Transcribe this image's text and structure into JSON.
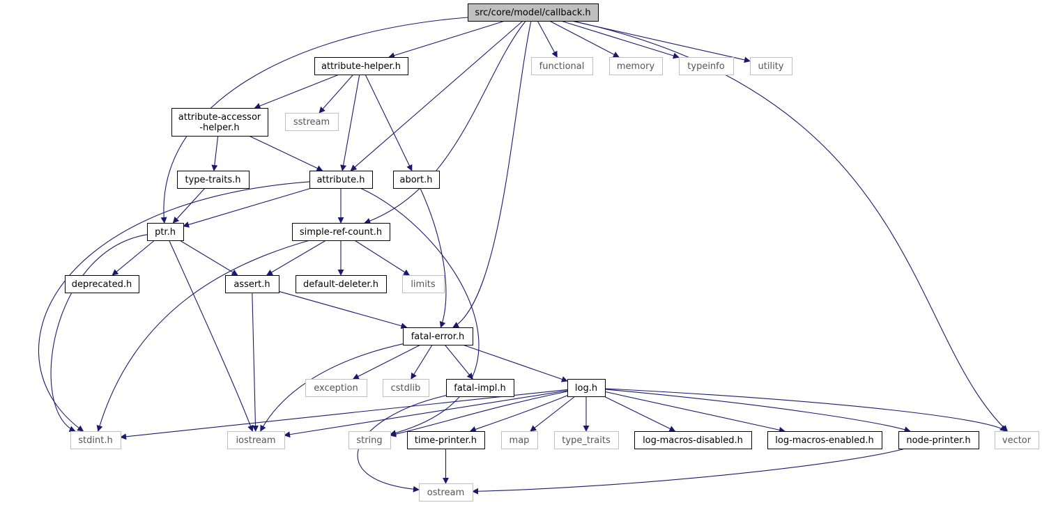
{
  "colors": {
    "edge": "#191970",
    "root_fill": "#bfbfbf",
    "local_border": "#000000",
    "external_border": "#bfbfbf",
    "background": "#ffffff"
  },
  "nodes": {
    "callback": {
      "lines": [
        "src/core/model/callback.h"
      ],
      "kind": "root"
    },
    "attribute_helper": {
      "lines": [
        "attribute-helper.h"
      ],
      "kind": "local"
    },
    "functional": {
      "lines": [
        "functional"
      ],
      "kind": "external"
    },
    "memory": {
      "lines": [
        "memory"
      ],
      "kind": "external"
    },
    "typeinfo": {
      "lines": [
        "typeinfo"
      ],
      "kind": "external"
    },
    "utility": {
      "lines": [
        "utility"
      ],
      "kind": "external"
    },
    "attribute_accessor_helper": {
      "lines": [
        "attribute-accessor",
        "-helper.h"
      ],
      "kind": "local"
    },
    "sstream": {
      "lines": [
        "sstream"
      ],
      "kind": "external"
    },
    "type_traits_h": {
      "lines": [
        "type-traits.h"
      ],
      "kind": "local"
    },
    "attribute": {
      "lines": [
        "attribute.h"
      ],
      "kind": "local"
    },
    "abort": {
      "lines": [
        "abort.h"
      ],
      "kind": "local"
    },
    "ptr": {
      "lines": [
        "ptr.h"
      ],
      "kind": "local"
    },
    "simple_ref_count": {
      "lines": [
        "simple-ref-count.h"
      ],
      "kind": "local"
    },
    "deprecated": {
      "lines": [
        "deprecated.h"
      ],
      "kind": "local"
    },
    "assert": {
      "lines": [
        "assert.h"
      ],
      "kind": "local"
    },
    "default_deleter": {
      "lines": [
        "default-deleter.h"
      ],
      "kind": "local"
    },
    "limits": {
      "lines": [
        "limits"
      ],
      "kind": "external"
    },
    "fatal_error": {
      "lines": [
        "fatal-error.h"
      ],
      "kind": "local"
    },
    "exception": {
      "lines": [
        "exception"
      ],
      "kind": "external"
    },
    "cstdlib": {
      "lines": [
        "cstdlib"
      ],
      "kind": "external"
    },
    "fatal_impl": {
      "lines": [
        "fatal-impl.h"
      ],
      "kind": "local"
    },
    "log": {
      "lines": [
        "log.h"
      ],
      "kind": "local"
    },
    "stdint": {
      "lines": [
        "stdint.h"
      ],
      "kind": "external"
    },
    "iostream": {
      "lines": [
        "iostream"
      ],
      "kind": "external"
    },
    "string": {
      "lines": [
        "string"
      ],
      "kind": "external"
    },
    "time_printer": {
      "lines": [
        "time-printer.h"
      ],
      "kind": "local"
    },
    "map": {
      "lines": [
        "map"
      ],
      "kind": "external"
    },
    "type_traits_std": {
      "lines": [
        "type_traits"
      ],
      "kind": "external"
    },
    "log_macros_disabled": {
      "lines": [
        "log-macros-disabled.h"
      ],
      "kind": "local"
    },
    "log_macros_enabled": {
      "lines": [
        "log-macros-enabled.h"
      ],
      "kind": "local"
    },
    "node_printer": {
      "lines": [
        "node-printer.h"
      ],
      "kind": "local"
    },
    "vector": {
      "lines": [
        "vector"
      ],
      "kind": "external"
    },
    "ostream": {
      "lines": [
        "ostream"
      ],
      "kind": "external"
    }
  },
  "edges": [
    [
      "callback",
      "attribute_helper"
    ],
    [
      "callback",
      "functional"
    ],
    [
      "callback",
      "memory"
    ],
    [
      "callback",
      "typeinfo"
    ],
    [
      "callback",
      "utility"
    ],
    [
      "callback",
      "attribute"
    ],
    [
      "callback",
      "ptr"
    ],
    [
      "callback",
      "simple_ref_count"
    ],
    [
      "callback",
      "fatal_error"
    ],
    [
      "callback",
      "vector"
    ],
    [
      "attribute_helper",
      "attribute_accessor_helper"
    ],
    [
      "attribute_helper",
      "sstream"
    ],
    [
      "attribute_helper",
      "attribute"
    ],
    [
      "attribute_helper",
      "abort"
    ],
    [
      "attribute_accessor_helper",
      "type_traits_h"
    ],
    [
      "attribute_accessor_helper",
      "attribute"
    ],
    [
      "type_traits_h",
      "ptr"
    ],
    [
      "attribute",
      "ptr"
    ],
    [
      "attribute",
      "simple_ref_count"
    ],
    [
      "attribute",
      "stdint"
    ],
    [
      "attribute",
      "string"
    ],
    [
      "abort",
      "fatal_error"
    ],
    [
      "ptr",
      "deprecated"
    ],
    [
      "ptr",
      "assert"
    ],
    [
      "ptr",
      "iostream"
    ],
    [
      "ptr",
      "stdint"
    ],
    [
      "simple_ref_count",
      "assert"
    ],
    [
      "simple_ref_count",
      "default_deleter"
    ],
    [
      "simple_ref_count",
      "limits"
    ],
    [
      "simple_ref_count",
      "stdint"
    ],
    [
      "assert",
      "fatal_error"
    ],
    [
      "assert",
      "iostream"
    ],
    [
      "fatal_error",
      "exception"
    ],
    [
      "fatal_error",
      "cstdlib"
    ],
    [
      "fatal_error",
      "fatal_impl"
    ],
    [
      "fatal_error",
      "log"
    ],
    [
      "fatal_error",
      "iostream"
    ],
    [
      "fatal_impl",
      "ostream"
    ],
    [
      "log",
      "stdint"
    ],
    [
      "log",
      "iostream"
    ],
    [
      "log",
      "string"
    ],
    [
      "log",
      "time_printer"
    ],
    [
      "log",
      "map"
    ],
    [
      "log",
      "type_traits_std"
    ],
    [
      "log",
      "log_macros_disabled"
    ],
    [
      "log",
      "log_macros_enabled"
    ],
    [
      "log",
      "node_printer"
    ],
    [
      "log",
      "vector"
    ],
    [
      "time_printer",
      "ostream"
    ],
    [
      "node_printer",
      "ostream"
    ]
  ]
}
